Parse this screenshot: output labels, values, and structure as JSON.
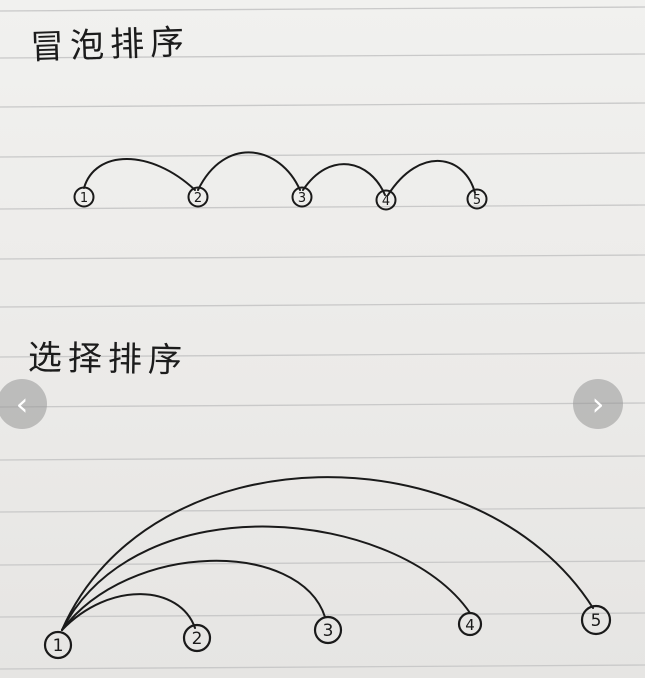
{
  "sections": [
    {
      "title": "冒泡排序",
      "nodes": [
        "1",
        "2",
        "3",
        "4",
        "5"
      ]
    },
    {
      "title": "选择排序",
      "nodes": [
        "1",
        "2",
        "3",
        "4",
        "5"
      ]
    }
  ],
  "navigation": {
    "prev_icon": "‹",
    "next_icon": "›"
  },
  "colors": {
    "ink": "#1a1a1a",
    "paper": "#efefed",
    "ruled_line": "#c9c9c9",
    "nav_overlay": "#969696"
  }
}
